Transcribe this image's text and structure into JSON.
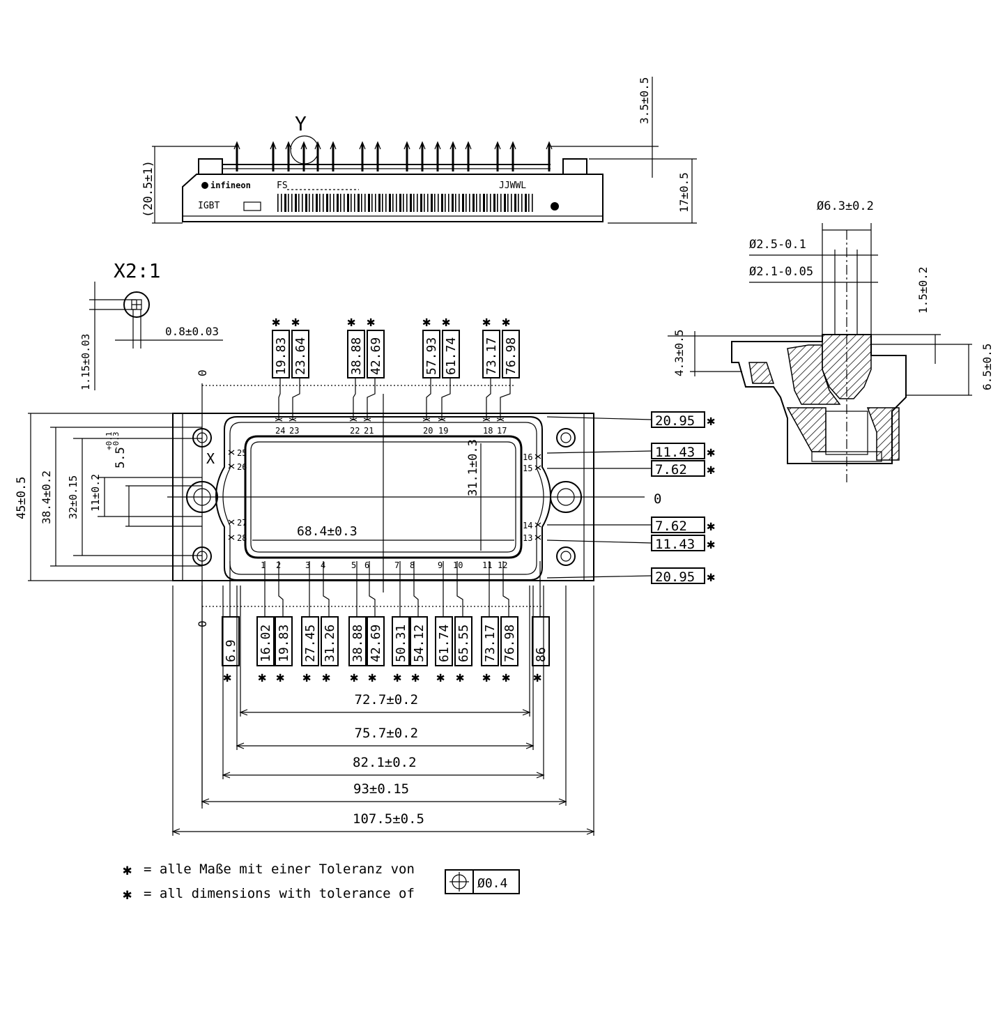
{
  "side_view": {
    "view_label": "Y",
    "brand": "infineon",
    "part_prefix": "FS",
    "type": "IGBT",
    "code": "JJWWL",
    "dim_total_height": "(20.5±1)",
    "dim_pin_protrusion": "3.5±0.5",
    "dim_body_height": "17±0.5"
  },
  "detail_x": {
    "scale_label": "X2:1",
    "dim_pin_width": "0.8±0.03",
    "dim_pin_diagonal": "1.15±0.03"
  },
  "mount_detail": {
    "dim_d_outer": "Ø6.3±0.2",
    "dim_d_mid": "Ø2.5-0.1",
    "dim_d_inner": "Ø2.1-0.05",
    "dim_step": "1.5±0.2",
    "dim_left_height": "4.3±0.5",
    "dim_right_height": "6.5±0.5"
  },
  "top_view": {
    "origin_label": "0",
    "top_pin_dims": [
      "19.83",
      "23.64",
      "38.88",
      "42.69",
      "57.93",
      "61.74",
      "73.17",
      "76.98"
    ],
    "top_pin_numbers": [
      "24",
      "23",
      "22",
      "21",
      "20",
      "19",
      "18",
      "17"
    ],
    "bottom_pin_dims": [
      "6.9",
      "16.02",
      "19.83",
      "27.45",
      "31.26",
      "38.88",
      "42.69",
      "50.31",
      "54.12",
      "61.74",
      "65.55",
      "73.17",
      "76.98",
      "86"
    ],
    "bottom_pin_numbers": [
      "1",
      "2",
      "3",
      "4",
      "5",
      "6",
      "7",
      "8",
      "9",
      "10",
      "11",
      "12"
    ],
    "left_pin_numbers": [
      "25",
      "26",
      "27",
      "28"
    ],
    "right_pin_numbers": [
      "16",
      "15",
      "14",
      "13"
    ],
    "right_dims": [
      "20.95",
      "11.43",
      "7.62",
      "0",
      "7.62",
      "11.43",
      "20.95"
    ],
    "left_dims": [
      "45±0.5",
      "38.4±0.2",
      "32±0.15",
      "11±0.2",
      "5.5"
    ],
    "tol_upper": "+0.1",
    "tol_lower": "-0.3",
    "inner_x_label": "X",
    "inner_width": "68.4±0.3",
    "inner_height": "31.1±0.3",
    "bottom_dims": [
      "72.7±0.2",
      "75.7±0.2",
      "82.1±0.2",
      "93±0.15",
      "107.5±0.5"
    ]
  },
  "notes": {
    "line_de": "= alle Maße mit einer Toleranz von",
    "line_en": "= all dimensions with tolerance of",
    "symbol": "✱",
    "tolerance_value": "Ø0.4"
  }
}
